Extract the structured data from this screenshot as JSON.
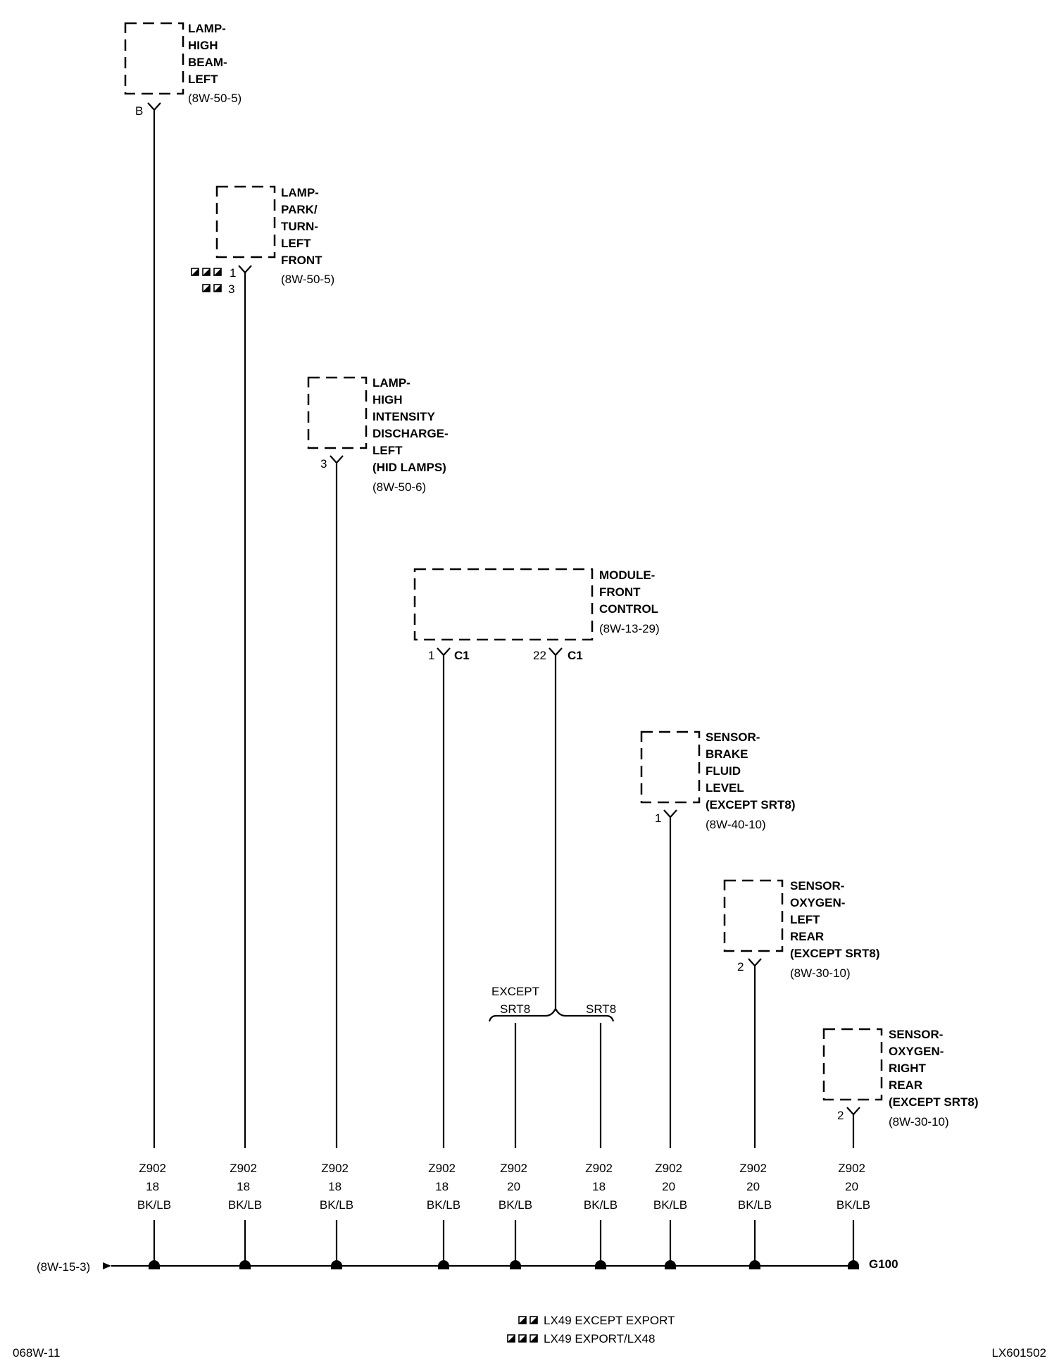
{
  "components": [
    {
      "id": "c1",
      "lines": [
        "LAMP-",
        "HIGH",
        "BEAM-",
        "LEFT"
      ],
      "ref": "(8W-50-5)",
      "pin": "B"
    },
    {
      "id": "c2",
      "lines": [
        "LAMP-",
        "PARK/",
        "TURN-",
        "LEFT",
        "FRONT"
      ],
      "ref": "(8W-50-5)",
      "pin": "1",
      "pin_alt": "3"
    },
    {
      "id": "c3",
      "lines": [
        "LAMP-",
        "HIGH",
        "INTENSITY",
        "DISCHARGE-",
        "LEFT",
        "(HID LAMPS)"
      ],
      "ref": "(8W-50-6)",
      "pin": "3"
    },
    {
      "id": "c4",
      "lines": [
        "MODULE-",
        "FRONT",
        "CONTROL"
      ],
      "ref": "(8W-13-29)",
      "pin_a": "1",
      "conn_a": "C1",
      "pin_b": "22",
      "conn_b": "C1"
    },
    {
      "id": "c5",
      "lines": [
        "SENSOR-",
        "BRAKE",
        "FLUID",
        "LEVEL",
        "(EXCEPT SRT8)"
      ],
      "ref": "(8W-40-10)",
      "pin": "1"
    },
    {
      "id": "c6",
      "lines": [
        "SENSOR-",
        "OXYGEN-",
        "LEFT",
        "REAR",
        "(EXCEPT SRT8)"
      ],
      "ref": "(8W-30-10)",
      "pin": "2"
    },
    {
      "id": "c7",
      "lines": [
        "SENSOR-",
        "OXYGEN-",
        "RIGHT",
        "REAR",
        "(EXCEPT SRT8)"
      ],
      "ref": "(8W-30-10)",
      "pin": "2"
    }
  ],
  "split": {
    "left_lines": [
      "EXCEPT",
      "SRT8"
    ],
    "right": "SRT8"
  },
  "wires": [
    {
      "circuit": "Z902",
      "gauge": "18",
      "color": "BK/LB"
    },
    {
      "circuit": "Z902",
      "gauge": "18",
      "color": "BK/LB"
    },
    {
      "circuit": "Z902",
      "gauge": "18",
      "color": "BK/LB"
    },
    {
      "circuit": "Z902",
      "gauge": "18",
      "color": "BK/LB"
    },
    {
      "circuit": "Z902",
      "gauge": "20",
      "color": "BK/LB"
    },
    {
      "circuit": "Z902",
      "gauge": "18",
      "color": "BK/LB"
    },
    {
      "circuit": "Z902",
      "gauge": "20",
      "color": "BK/LB"
    },
    {
      "circuit": "Z902",
      "gauge": "20",
      "color": "BK/LB"
    },
    {
      "circuit": "Z902",
      "gauge": "20",
      "color": "BK/LB"
    }
  ],
  "bus": {
    "left_ref": "(8W-15-3)",
    "ground": "G100"
  },
  "legend": [
    {
      "text": "LX49 EXCEPT EXPORT"
    },
    {
      "text": "LX49 EXPORT/LX48"
    }
  ],
  "footer": {
    "left": "068W-11",
    "right": "LX601502"
  }
}
